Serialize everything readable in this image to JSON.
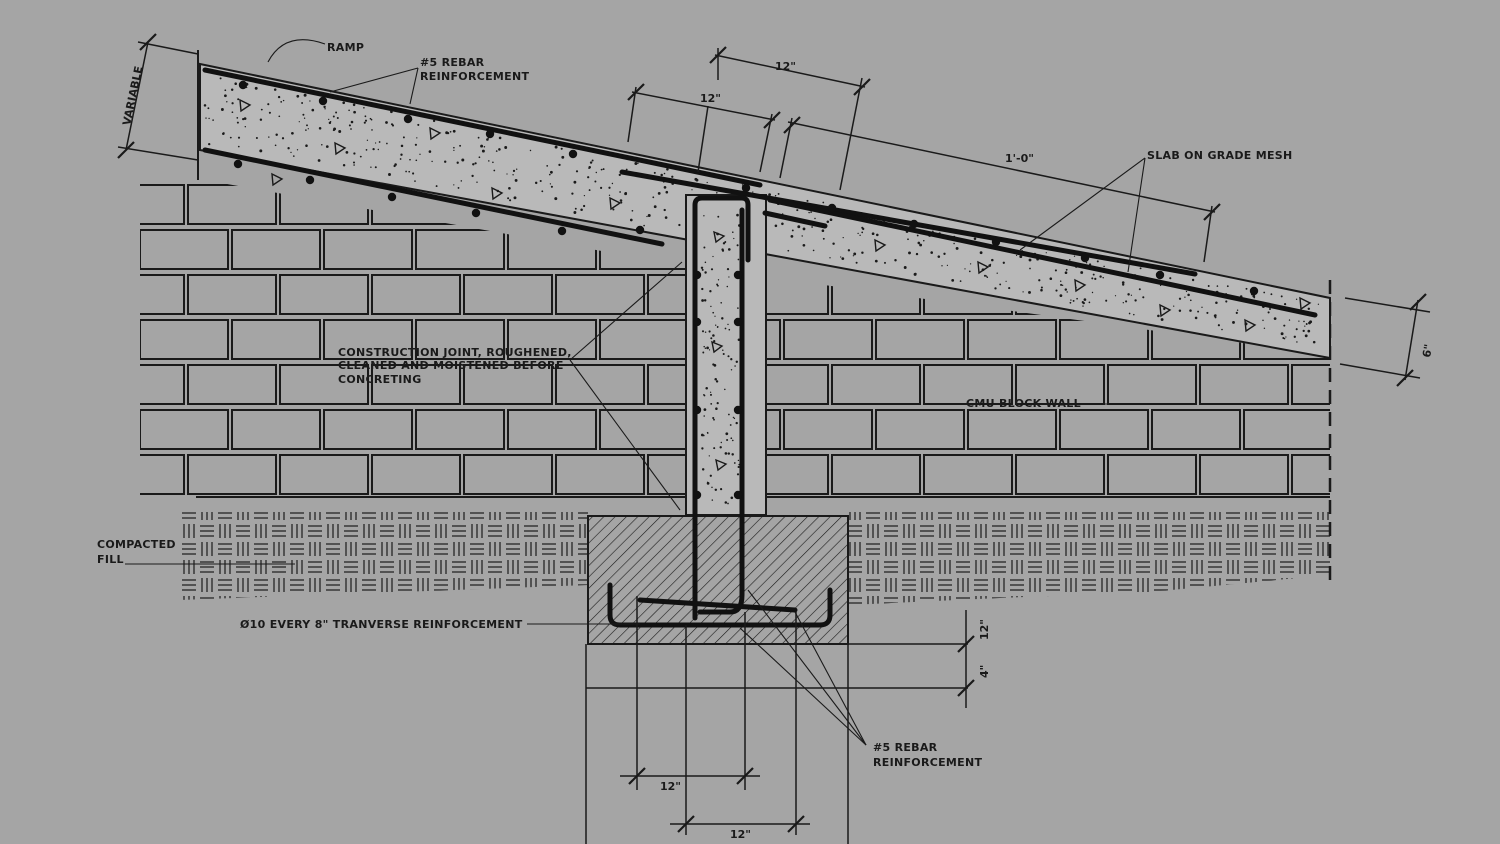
{
  "colors": {
    "background": "#a5a5a5",
    "ink": "#1a1a1a"
  },
  "labels": {
    "ramp": "RAMP",
    "rebar_top_1": "#5 REBAR",
    "rebar_top_2": "REINFORCEMENT",
    "variable": "VARIABLE",
    "slab_mesh": "SLAB ON GRADE MESH",
    "joint_1": "CONSTRUCTION JOINT, ROUGHENED,",
    "joint_2": "CLEANED AND MOISTENED BEFORE",
    "joint_3": "CONCRETING",
    "cmu": "CMU BLOCK WALL",
    "fill_1": "COMPACTED",
    "fill_2": "FILL",
    "transverse": "Ø10 EVERY 8\" TRANVERSE REINFORCEMENT",
    "rebar_bottom_1": "#5 REBAR",
    "rebar_bottom_2": "REINFORCEMENT"
  },
  "dimensions": {
    "top_12a": "12\"",
    "top_12b": "12\"",
    "one_foot": "1'-0\"",
    "six_in": "6\"",
    "footing_12": "12\"",
    "footing_4": "4\"",
    "bottom_12a": "12\"",
    "bottom_12b": "12\""
  }
}
